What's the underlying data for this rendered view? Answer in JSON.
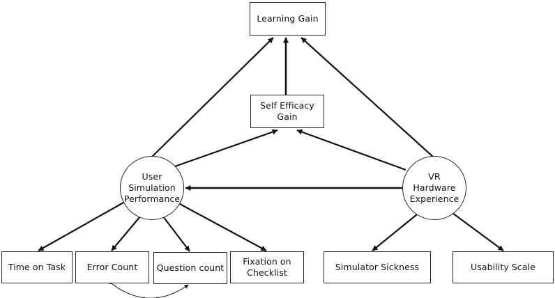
{
  "diagram": {
    "nodes": {
      "learning_gain": "Learning Gain",
      "self_efficacy_gain": "Self Efficacy\nGain",
      "user_simulation_performance": "User\nSimulation\nPerformance",
      "vr_hardware_experience": "VR\nHardware\nExperience",
      "time_on_task": "Time on Task",
      "error_count": "Error Count",
      "question_count": "Question count",
      "fixation_on_checklist": "Fixation on\nChecklist",
      "simulator_sickness": "Simulator Sickness",
      "usability_scale": "Usability Scale"
    },
    "edges": [
      {
        "from": "user_simulation_performance",
        "to": "learning_gain",
        "type": "directed"
      },
      {
        "from": "self_efficacy_gain",
        "to": "learning_gain",
        "type": "directed"
      },
      {
        "from": "vr_hardware_experience",
        "to": "learning_gain",
        "type": "directed"
      },
      {
        "from": "user_simulation_performance",
        "to": "self_efficacy_gain",
        "type": "directed"
      },
      {
        "from": "vr_hardware_experience",
        "to": "self_efficacy_gain",
        "type": "directed"
      },
      {
        "from": "vr_hardware_experience",
        "to": "user_simulation_performance",
        "type": "directed"
      },
      {
        "from": "user_simulation_performance",
        "to": "time_on_task",
        "type": "directed"
      },
      {
        "from": "user_simulation_performance",
        "to": "error_count",
        "type": "directed"
      },
      {
        "from": "user_simulation_performance",
        "to": "question_count",
        "type": "directed"
      },
      {
        "from": "user_simulation_performance",
        "to": "fixation_on_checklist",
        "type": "directed"
      },
      {
        "from": "vr_hardware_experience",
        "to": "simulator_sickness",
        "type": "directed"
      },
      {
        "from": "vr_hardware_experience",
        "to": "usability_scale",
        "type": "directed"
      },
      {
        "from": "error_count",
        "to": "question_count",
        "type": "bidirectional-curved"
      }
    ],
    "colors": {
      "stroke": "#111111",
      "node_border": "#222222",
      "background": "#ffffff"
    }
  }
}
